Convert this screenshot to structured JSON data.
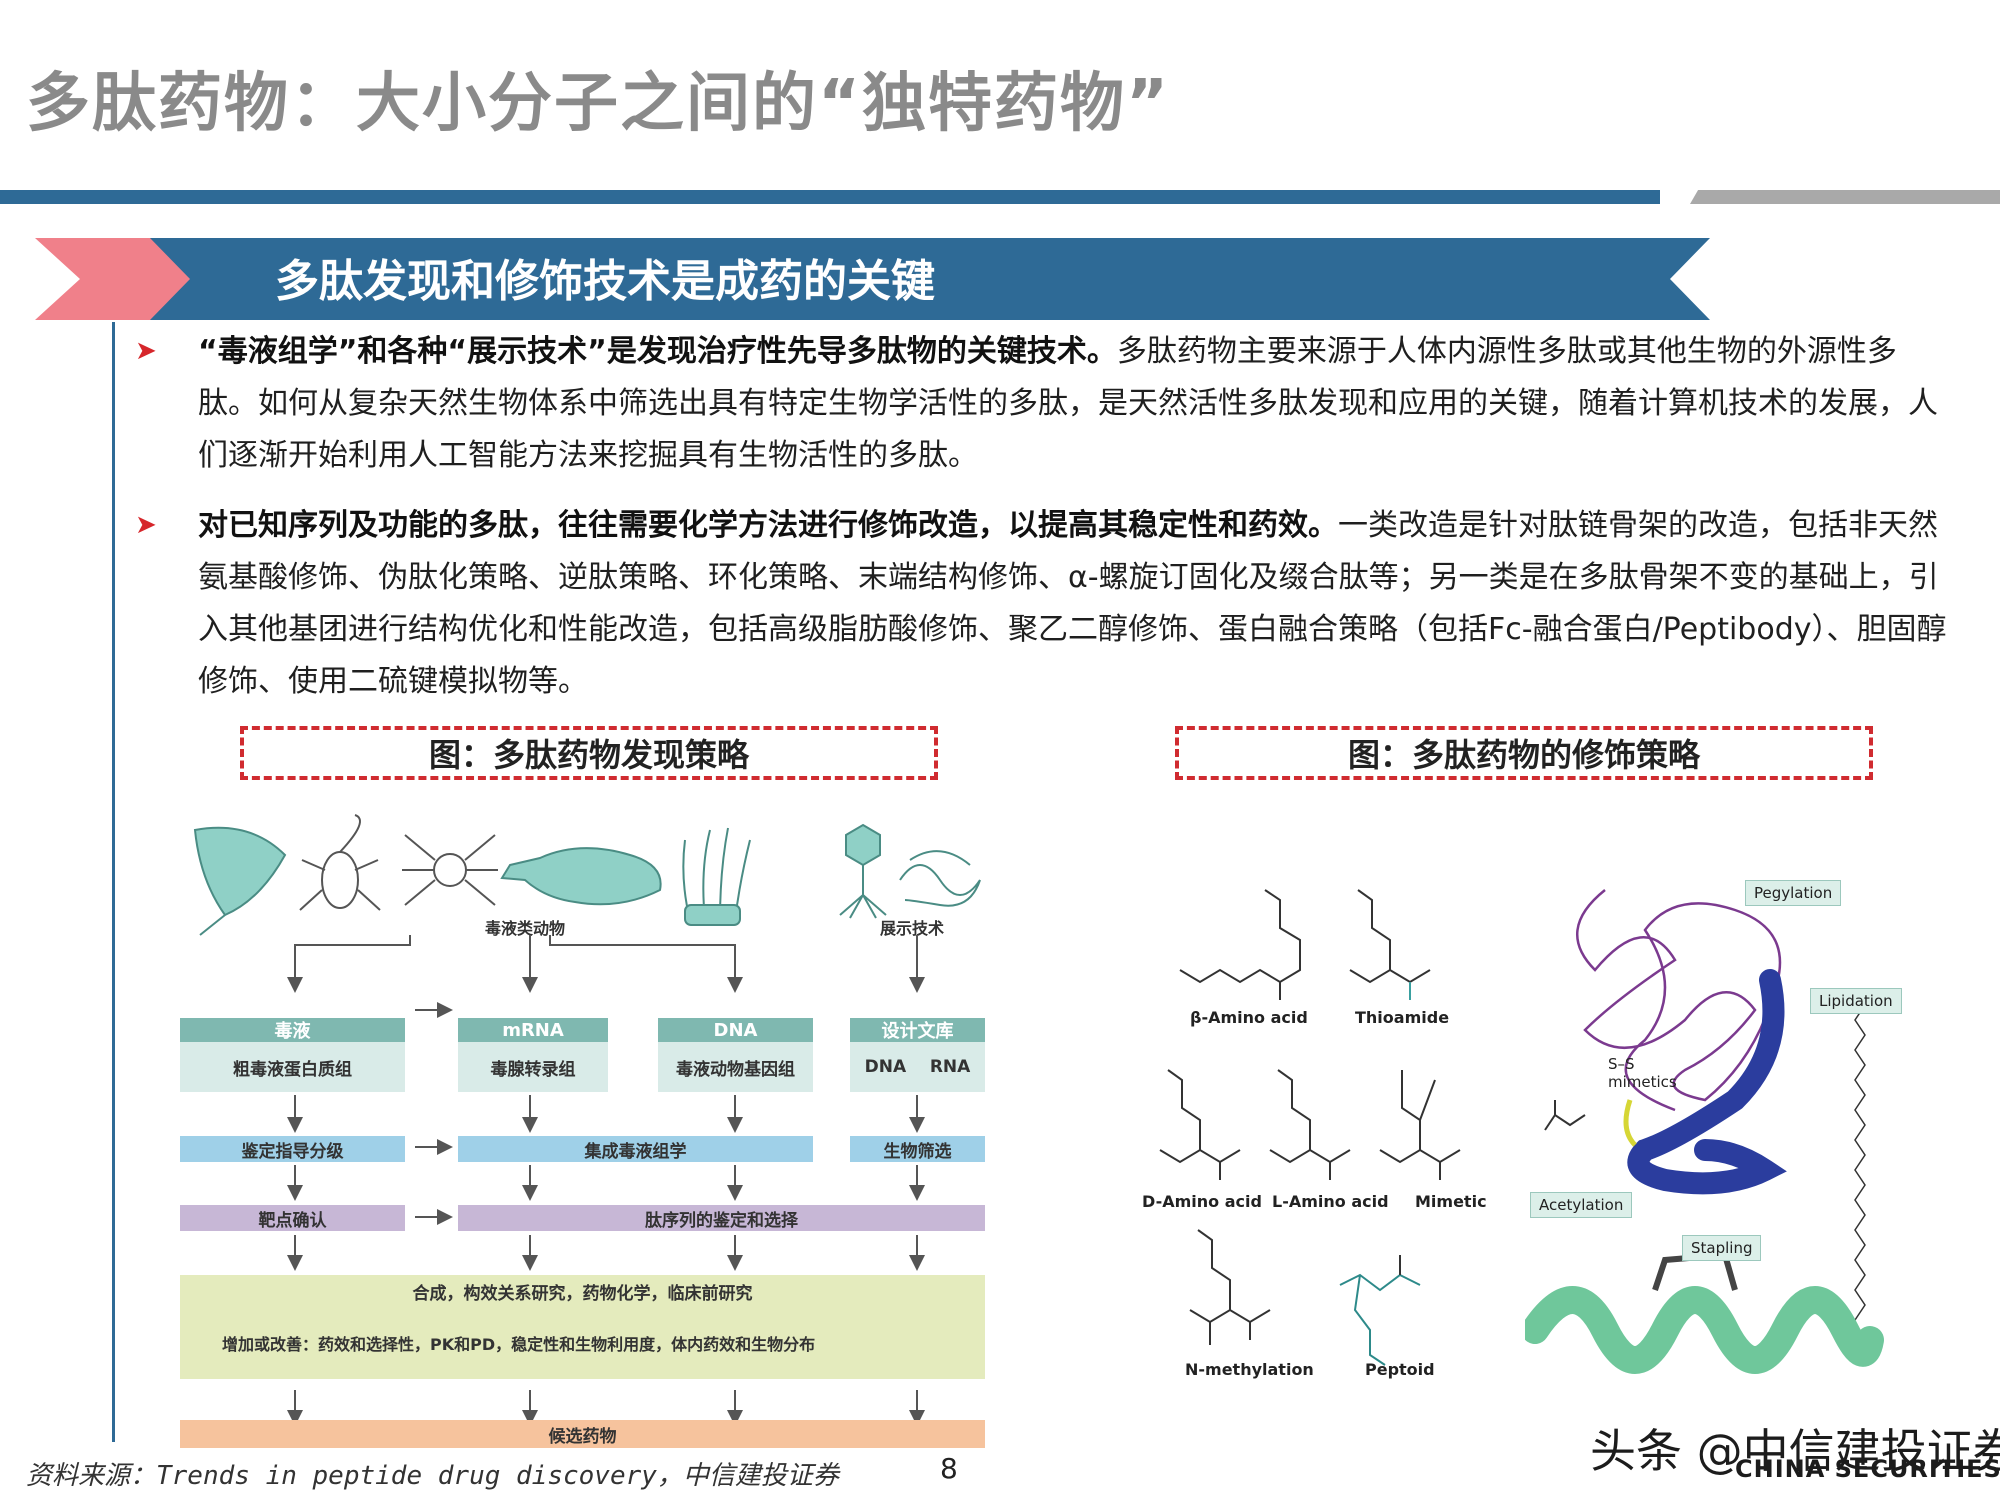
{
  "slide": {
    "title": "多肽药物：大小分子之间的“独特药物”",
    "banner": "多肽发现和修饰技术是成药的关键",
    "page_number": "8",
    "source": "资料来源：Trends in peptide drug discovery，中信建投证券",
    "watermark": "头条 @中信建投证券",
    "watermark_sub": "CHINA SECURITIES"
  },
  "bullets": [
    {
      "bold": "“毒液组学”和各种“展示技术”是发现治疗性先导多肽物的关键技术。",
      "text": "多肽药物主要来源于人体内源性多肽或其他生物的外源性多肽。如何从复杂天然生物体系中筛选出具有特定生物学活性的多肽，是天然活性多肽发现和应用的关键，随着计算机技术的发展，人们逐渐开始利用人工智能方法来挖掘具有生物活性的多肽。"
    },
    {
      "bold": "对已知序列及功能的多肽，往往需要化学方法进行修饰改造，以提高其稳定性和药效。",
      "text": "一类改造是针对肽链骨架的改造，包括非天然氨基酸修饰、伪肽化策略、逆肽策略、环化策略、末端结构修饰、α-螺旋订固化及缀合肽等；另一类是在多肽骨架不变的基础上，引入其他基团进行结构优化和性能改造，包括高级脂肪酸修饰、聚乙二醇修饰、蛋白融合策略（包括Fc-融合蛋白/Peptibody）、胆固醇修饰、使用二硫键模拟物等。"
    }
  ],
  "figures": {
    "left_title": "图：多肽药物发现策略",
    "right_title": "图：多肽药物的修饰策略"
  },
  "flow": {
    "venom_animals": "毒液类动物",
    "display_tech": "展示技术",
    "col1_head": "毒液",
    "col1_body": "粗毒液蛋白质组",
    "col2_head": "mRNA",
    "col2_body": "毒腺转录组",
    "col3_head": "DNA",
    "col3_body": "毒液动物基因组",
    "col4_head": "设计文库",
    "col4_body": "DNA    RNA",
    "row2_a": "鉴定指导分级",
    "row2_b": "集成毒液组学",
    "row2_c": "生物筛选",
    "row3_a": "靶点确认",
    "row3_b": "肽序列的鉴定和选择",
    "row4": "合成，构效关系研究，药物化学，临床前研究",
    "row5": "增加或改善：药效和选择性，PK和PD，稳定性和生物利用度，体内药效和生物分布",
    "row6": "候选药物"
  },
  "modifications": {
    "beta_amino_acid": "β-Amino acid",
    "thioamide": "Thioamide",
    "d_amino_acid": "D-Amino acid",
    "l_amino_acid": "L-Amino acid",
    "mimetic": "Mimetic",
    "n_methylation": "N-methylation",
    "peptoid": "Peptoid",
    "pegylation": "Pegylation",
    "lipidation": "Lipidation",
    "ss_mimetics": "S–S\nmimetics",
    "acetylation": "Acetylation",
    "stapling": "Stapling"
  },
  "colors": {
    "title_gray": "#8a8a8a",
    "banner_blue": "#2e6a96",
    "banner_pink": "#f0808a",
    "bullet_red": "#d6262b",
    "dash_red": "#d02b30"
  }
}
